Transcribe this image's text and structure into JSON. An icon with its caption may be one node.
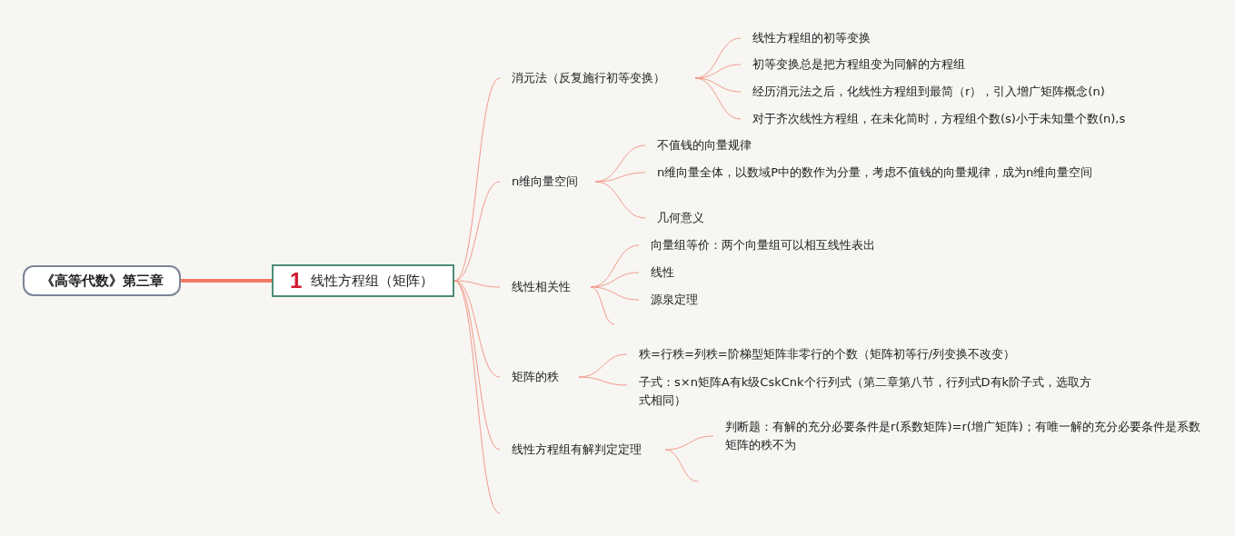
{
  "diagram": {
    "nodes": [
      {
        "text": [
          "《高等代数》第三章"
        ]
      },
      {
        "text": [
          "1",
          "线性方程组（矩阵）"
        ]
      },
      {
        "text": [
          "消元法（反复施行初等变换）"
        ]
      },
      {
        "text": [
          "线性方程组的初等变换"
        ]
      },
      {
        "text": [
          "初等变换总是把方程组变为同解的方程组"
        ]
      },
      {
        "text": [
          "经历消元法之后，化线性方程组到最简（r），引入增广矩阵概念(n)"
        ]
      },
      {
        "text": [
          "对于齐次线性方程组，在未化简时，方程组个数(s)小于未知量个数(n),s"
        ]
      },
      {
        "text": [
          "n维向量空间"
        ]
      },
      {
        "text": [
          "不值钱的向量规律"
        ]
      },
      {
        "text": [
          "n维向量全体，以数域P中的数作为分量，考虑不值钱的向量规律，成为n维向量空间"
        ]
      },
      {
        "text": [
          "几何意义"
        ]
      },
      {
        "text": [
          "线性相关性"
        ]
      },
      {
        "text": [
          "向量组等价：两个向量组可以相互线性表出"
        ]
      },
      {
        "text": [
          "线性"
        ]
      },
      {
        "text": [
          "源泉定理"
        ]
      },
      {
        "text": [
          "矩阵的秩"
        ]
      },
      {
        "text": [
          "秩=行秩=列秩=阶梯型矩阵非零行的个数（矩阵初等行/列变换不改变）"
        ]
      },
      {
        "text": [
          "子式：s×n矩阵A有k级CskCnk个行列式（第二章第八节，行列式D有k阶子式，选取方式相同）"
        ]
      },
      {
        "text": [
          "线性方程组有解判定定理"
        ]
      },
      {
        "text": [
          "判断题：有解的充分必要条件是r(系数矩阵)=r(增广矩阵)；有唯一解的充分必要条件是系数矩阵的秩不为"
        ]
      }
    ],
    "edges": [
      {
        "from": 0,
        "to": 1,
        "arrow": "none",
        "style": "thick"
      },
      {
        "from": 1,
        "to": 2,
        "arrow": "none"
      },
      {
        "from": 1,
        "to": 7,
        "arrow": "none"
      },
      {
        "from": 1,
        "to": 11,
        "arrow": "none"
      },
      {
        "from": 1,
        "to": 15,
        "arrow": "none"
      },
      {
        "from": 1,
        "to": 18,
        "arrow": "none"
      },
      {
        "from": 1,
        "to": null,
        "arrow": "none"
      },
      {
        "from": 2,
        "to": 3,
        "arrow": "none"
      },
      {
        "from": 2,
        "to": 4,
        "arrow": "none"
      },
      {
        "from": 2,
        "to": 5,
        "arrow": "none"
      },
      {
        "from": 2,
        "to": 6,
        "arrow": "none"
      },
      {
        "from": 7,
        "to": 8,
        "arrow": "none"
      },
      {
        "from": 7,
        "to": 9,
        "arrow": "none"
      },
      {
        "from": 7,
        "to": 10,
        "arrow": "none"
      },
      {
        "from": 11,
        "to": 12,
        "arrow": "none"
      },
      {
        "from": 11,
        "to": 13,
        "arrow": "none"
      },
      {
        "from": 11,
        "to": 14,
        "arrow": "none"
      },
      {
        "from": 11,
        "to": null,
        "arrow": "none"
      },
      {
        "from": 15,
        "to": 16,
        "arrow": "none"
      },
      {
        "from": 15,
        "to": 17,
        "arrow": "none"
      },
      {
        "from": 18,
        "to": 19,
        "arrow": "none"
      },
      {
        "from": 18,
        "to": null,
        "arrow": "none"
      }
    ]
  }
}
